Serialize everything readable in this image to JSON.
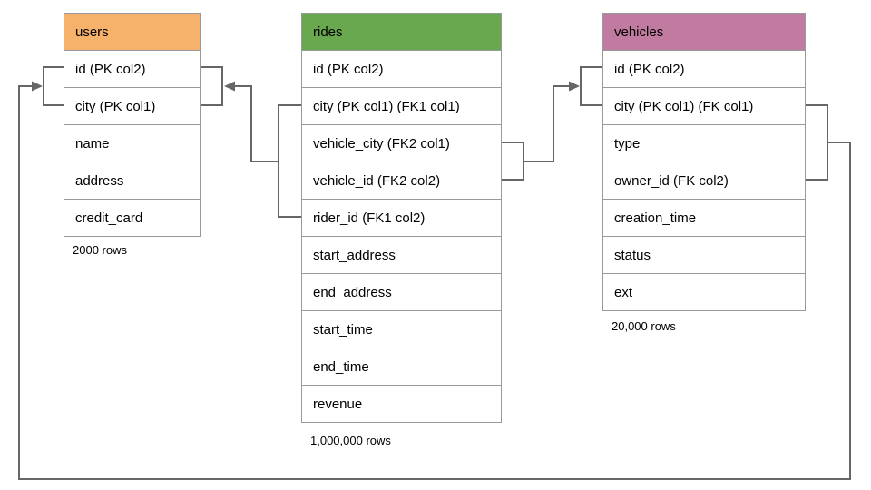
{
  "diagram": {
    "title": "database schema diagram",
    "colors": {
      "users_header": "#F6B26B",
      "rides_header": "#6AA84F",
      "vehicles_header": "#C27BA0",
      "connector": "#666666",
      "table_border": "#999999",
      "text": "#000000",
      "background": "#FFFFFF"
    },
    "tables": [
      {
        "name": "users",
        "header_color": "#F6B26B",
        "columns": [
          "id (PK col2)",
          "city (PK col1)",
          "name",
          "address",
          "credit_card"
        ],
        "row_count": "2000 rows"
      },
      {
        "name": "rides",
        "header_color": "#6AA84F",
        "columns": [
          "id (PK col2)",
          "city (PK col1) (FK1 col1)",
          "vehicle_city (FK2 col1)",
          "vehicle_id (FK2 col2)",
          "rider_id (FK1 col2)",
          "start_address",
          "end_address",
          "start_time",
          "end_time",
          "revenue"
        ],
        "row_count": "1,000,000 rows"
      },
      {
        "name": "vehicles",
        "header_color": "#C27BA0",
        "columns": [
          "id (PK col2)",
          "city (PK col1) (FK col1)",
          "type",
          "owner_id (FK col2)",
          "creation_time",
          "status",
          "ext"
        ],
        "row_count": "20,000 rows"
      }
    ],
    "relationships": [
      {
        "name": "FK1",
        "from_table": "rides",
        "from_columns": [
          "city (FK1 col1)",
          "rider_id (FK1 col2)"
        ],
        "to_table": "users",
        "to_columns": [
          "id (PK col2)",
          "city (PK col1)"
        ]
      },
      {
        "name": "FK2",
        "from_table": "rides",
        "from_columns": [
          "vehicle_city (FK2 col1)",
          "vehicle_id (FK2 col2)"
        ],
        "to_table": "vehicles",
        "to_columns": [
          "id (PK col2)",
          "city (PK col1)"
        ]
      },
      {
        "name": "FK",
        "from_table": "vehicles",
        "from_columns": [
          "city (FK col1)",
          "owner_id (FK col2)"
        ],
        "to_table": "users",
        "to_columns": [
          "id (PK col2)",
          "city (PK col1)"
        ]
      }
    ]
  }
}
